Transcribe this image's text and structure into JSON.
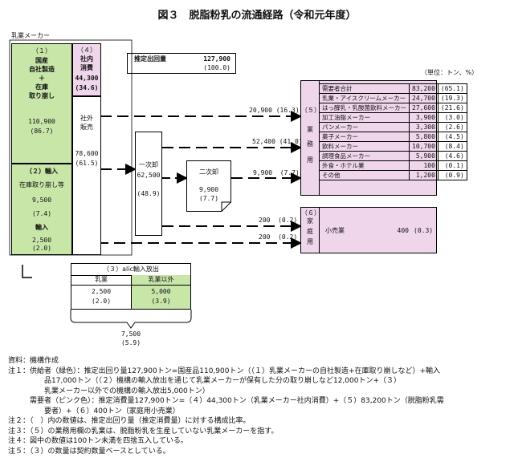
{
  "title": "図３　脱脂粉乳の流通経路（令和元年度）",
  "unit": "（単位：トン、%）",
  "dairy_label": "乳業メーカー",
  "supply": {
    "label": "推定出回量",
    "value": "127,900",
    "pct": "(100.0)"
  },
  "domestic": {
    "no": "（１）",
    "l1": "国産",
    "l2": "自社製造",
    "plus": "＋",
    "l3": "在庫",
    "l4": "取り崩し",
    "value": "110,900",
    "pct": "(86.7)"
  },
  "import": {
    "no": "（２）輸入",
    "stock_label": "在庫取り崩し等",
    "stock_value": "9,500",
    "stock_pct": "(7.4)",
    "imp_label": "輸入",
    "imp_value": "2,500",
    "imp_pct": "(2.0)"
  },
  "internal": {
    "no": "（４）",
    "l1": "社内",
    "l2": "消費",
    "value": "44,300",
    "pct": "(34.6)"
  },
  "external": {
    "l1": "社外",
    "l2": "販売",
    "value": "78,600",
    "pct": "(61.5)"
  },
  "wholesale1": {
    "label": "一次卸",
    "value": "62,500",
    "pct": "(48.9)"
  },
  "wholesale2": {
    "label": "二次卸",
    "value": "9,900",
    "pct": "(7.7)"
  },
  "flows": {
    "f1": "20,900",
    "f1p": "(16.3)",
    "f2": "52,400",
    "f2p": "(41.0)",
    "f3": "9,900",
    "f3p": "(7.7)",
    "f4": "200",
    "f4p": "(0.2)",
    "f5": "200",
    "f5p": "(0.2)"
  },
  "business": {
    "no": "（５）",
    "c1": "業",
    "c2": "務",
    "c3": "用",
    "rows": [
      {
        "name": "需要者合計",
        "value": "83,200",
        "pct": "(65.1)"
      },
      {
        "name": "乳業・アイスクリームメーカー",
        "value": "24,700",
        "pct": "(19.3)"
      },
      {
        "name": "はっ酵乳・乳酸菌飲料メーカー",
        "value": "27,600",
        "pct": "(21.6)"
      },
      {
        "name": "加工油脂メーカー",
        "value": "3,900",
        "pct": "(3.0)"
      },
      {
        "name": "パンメーカー",
        "value": "3,300",
        "pct": "(2.6)"
      },
      {
        "name": "菓子メーカー",
        "value": "5,800",
        "pct": "(4.5)"
      },
      {
        "name": "飲料メーカー",
        "value": "10,700",
        "pct": "(8.4)"
      },
      {
        "name": "調理食品メーカー",
        "value": "5,900",
        "pct": "(4.6)"
      },
      {
        "name": "外食・ホテル業",
        "value": "100",
        "pct": "(0.1)"
      },
      {
        "name": "その他",
        "value": "1,200",
        "pct": "(0.9)"
      }
    ]
  },
  "household": {
    "no": "（６）",
    "c1": "家",
    "c2": "庭",
    "c3": "用",
    "retail": "小売業",
    "value": "400",
    "pct": "(0.3)"
  },
  "alic": {
    "title": "（３）alic輸入放出",
    "h1": "乳業",
    "h2": "乳業以外",
    "v1": "2,500",
    "p1": "(2.0)",
    "v2": "5,000",
    "p2": "(3.9)",
    "total": "7,500",
    "total_pct": "(5.9)"
  },
  "notes": [
    "資料：機構作成",
    "注１：供給者（緑色）：推定出回り量127,900トン=国産品110,900トン（（１）乳業メーカーの自社製造+在庫取り崩しなど）+輸入",
    "　　　　　品17,000トン（（２）機構の輸入放出を通じて乳業メーカーが保有した分の取り崩しなど12,000トン+（３）",
    "　　　　　乳業メーカー以外での機構の輸入放出5,000トン）",
    "　　　需要者（ピンク色）：推定消費量127,900トン=（４）44,300トン（乳業メーカー社内消費）+（５）83,200トン（脱脂粉乳需",
    "　　　　　要者）+（６）400トン（家庭用小売業）",
    "注２：（　）内の数値は、推定出回り量（推定消費量）に対する構成比率。",
    "注３：（５）の業務用欄の乳業は、脱脂粉乳を生産していない乳業メーカーを指す。",
    "注４：図中の数値は100トン未満を四捨五入している。",
    "注５：（３）の数量は契約数量ベースとしている。"
  ],
  "colors": {
    "supplier": "#c8e6a8",
    "demand": "#efd6ea",
    "line": "#000000"
  }
}
